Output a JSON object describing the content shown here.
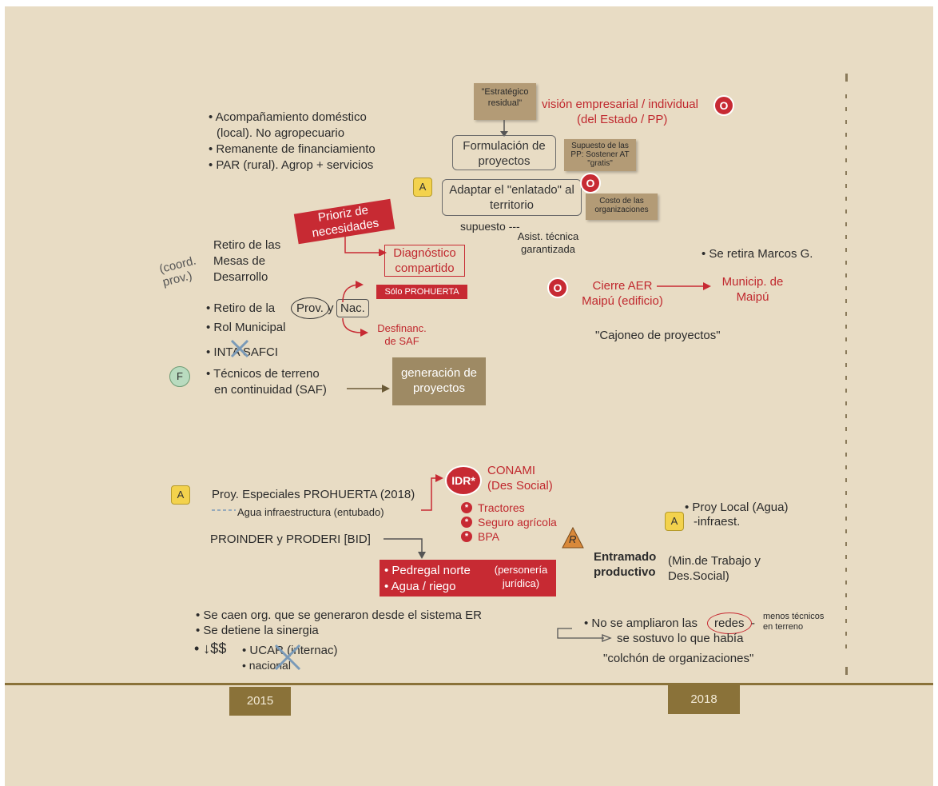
{
  "top_notes": {
    "estrategico": "\"Estratégico residual\"",
    "vision_line1": "visión empresarial / individual",
    "vision_line2": "(del Estado / PP)",
    "supuesto_pp": "Supuesto de las PP: Sostener AT \"gratis\"",
    "costo": "Costo de las organizaciones"
  },
  "boxes": {
    "formulacion": "Formulación de proyectos",
    "adaptar": "Adaptar el \"enlatado\" al territorio",
    "diagnostico": "Diagnóstico compartido",
    "generacion": "generación de proyectos",
    "prioriz": "Prioriz de necesidades",
    "solo_prohuerta": "Sólo PROHUERTA",
    "pedregal": "• Pedregal norte",
    "agua_riego": "• Agua / riego",
    "personeria": "(personería jurídica)"
  },
  "labels": {
    "supuesto": "supuesto ---",
    "asist": "Asist. técnica garantizada",
    "acomp1": "• Acompañamiento doméstico",
    "acomp2": "(local). No agropecuario",
    "remanente": "• Remanente de financiamiento",
    "par": "• PAR (rural). Agrop + servicios",
    "retiro_mesas": "Retiro de las Mesas de Desarrollo",
    "coord": "(coord. prov.)",
    "retiro_prov_a": "• Retiro de la",
    "prov": "Prov.",
    "y": "y",
    "nac": "Nac.",
    "rol_municipal": "• Rol Municipal",
    "inta": "• INTA SAFCI",
    "tecnicos1": "• Técnicos de terreno",
    "tecnicos2": "en continuidad (SAF)",
    "desfinanc": "Desfinanc. de SAF",
    "se_retira": "• Se retira Marcos G.",
    "cierre": "Cierre AER Maipú (edificio)",
    "municip": "Municip. de Maipú",
    "cajoneo": "\"Cajoneo de proyectos\"",
    "proy_esp": "Proy. Especiales PROHUERTA (2018)",
    "agua_infra": "Agua  infraestructura (entubado)",
    "proinder": "PROINDER y PRODERI [BID]",
    "idr": "IDR*",
    "conami1": "CONAMI",
    "conami2": "(Des Social)",
    "tractores": "Tractores",
    "seguro": "Seguro agrícola",
    "bpa": "BPA",
    "proy_local1": "• Proy Local (Agua)",
    "proy_local2": "-infraest.",
    "entramado": "Entramado productivo",
    "min_trabajo": "(Min.de Trabajo y Des.Social)",
    "se_caen": "• Se caen org. que se generaron desde el sistema ER",
    "se_detiene": "• Se detiene la sinergia",
    "dinero": "• ↓$$",
    "ucar": "• UCAR (internac)",
    "nacional": "• nacional",
    "no_ampliaron_a": "• No se ampliaron las",
    "redes": "redes",
    "no_ampliaron_b": "-",
    "sostuvo": "se sostuvo lo que había",
    "colchon": "\"colchón de organizaciones\"",
    "menos_tecnicos": "menos técnicos en terreno"
  },
  "badges": {
    "a1": "A",
    "a2": "A",
    "a3": "A",
    "o": "O",
    "f": "F",
    "r": "R"
  },
  "timeline": {
    "year_left": "2015",
    "year_right": "2018"
  },
  "colors": {
    "background": "#e8dcc4",
    "red": "#c72a33",
    "tan": "#b39b76",
    "timeline": "#8a7239"
  }
}
